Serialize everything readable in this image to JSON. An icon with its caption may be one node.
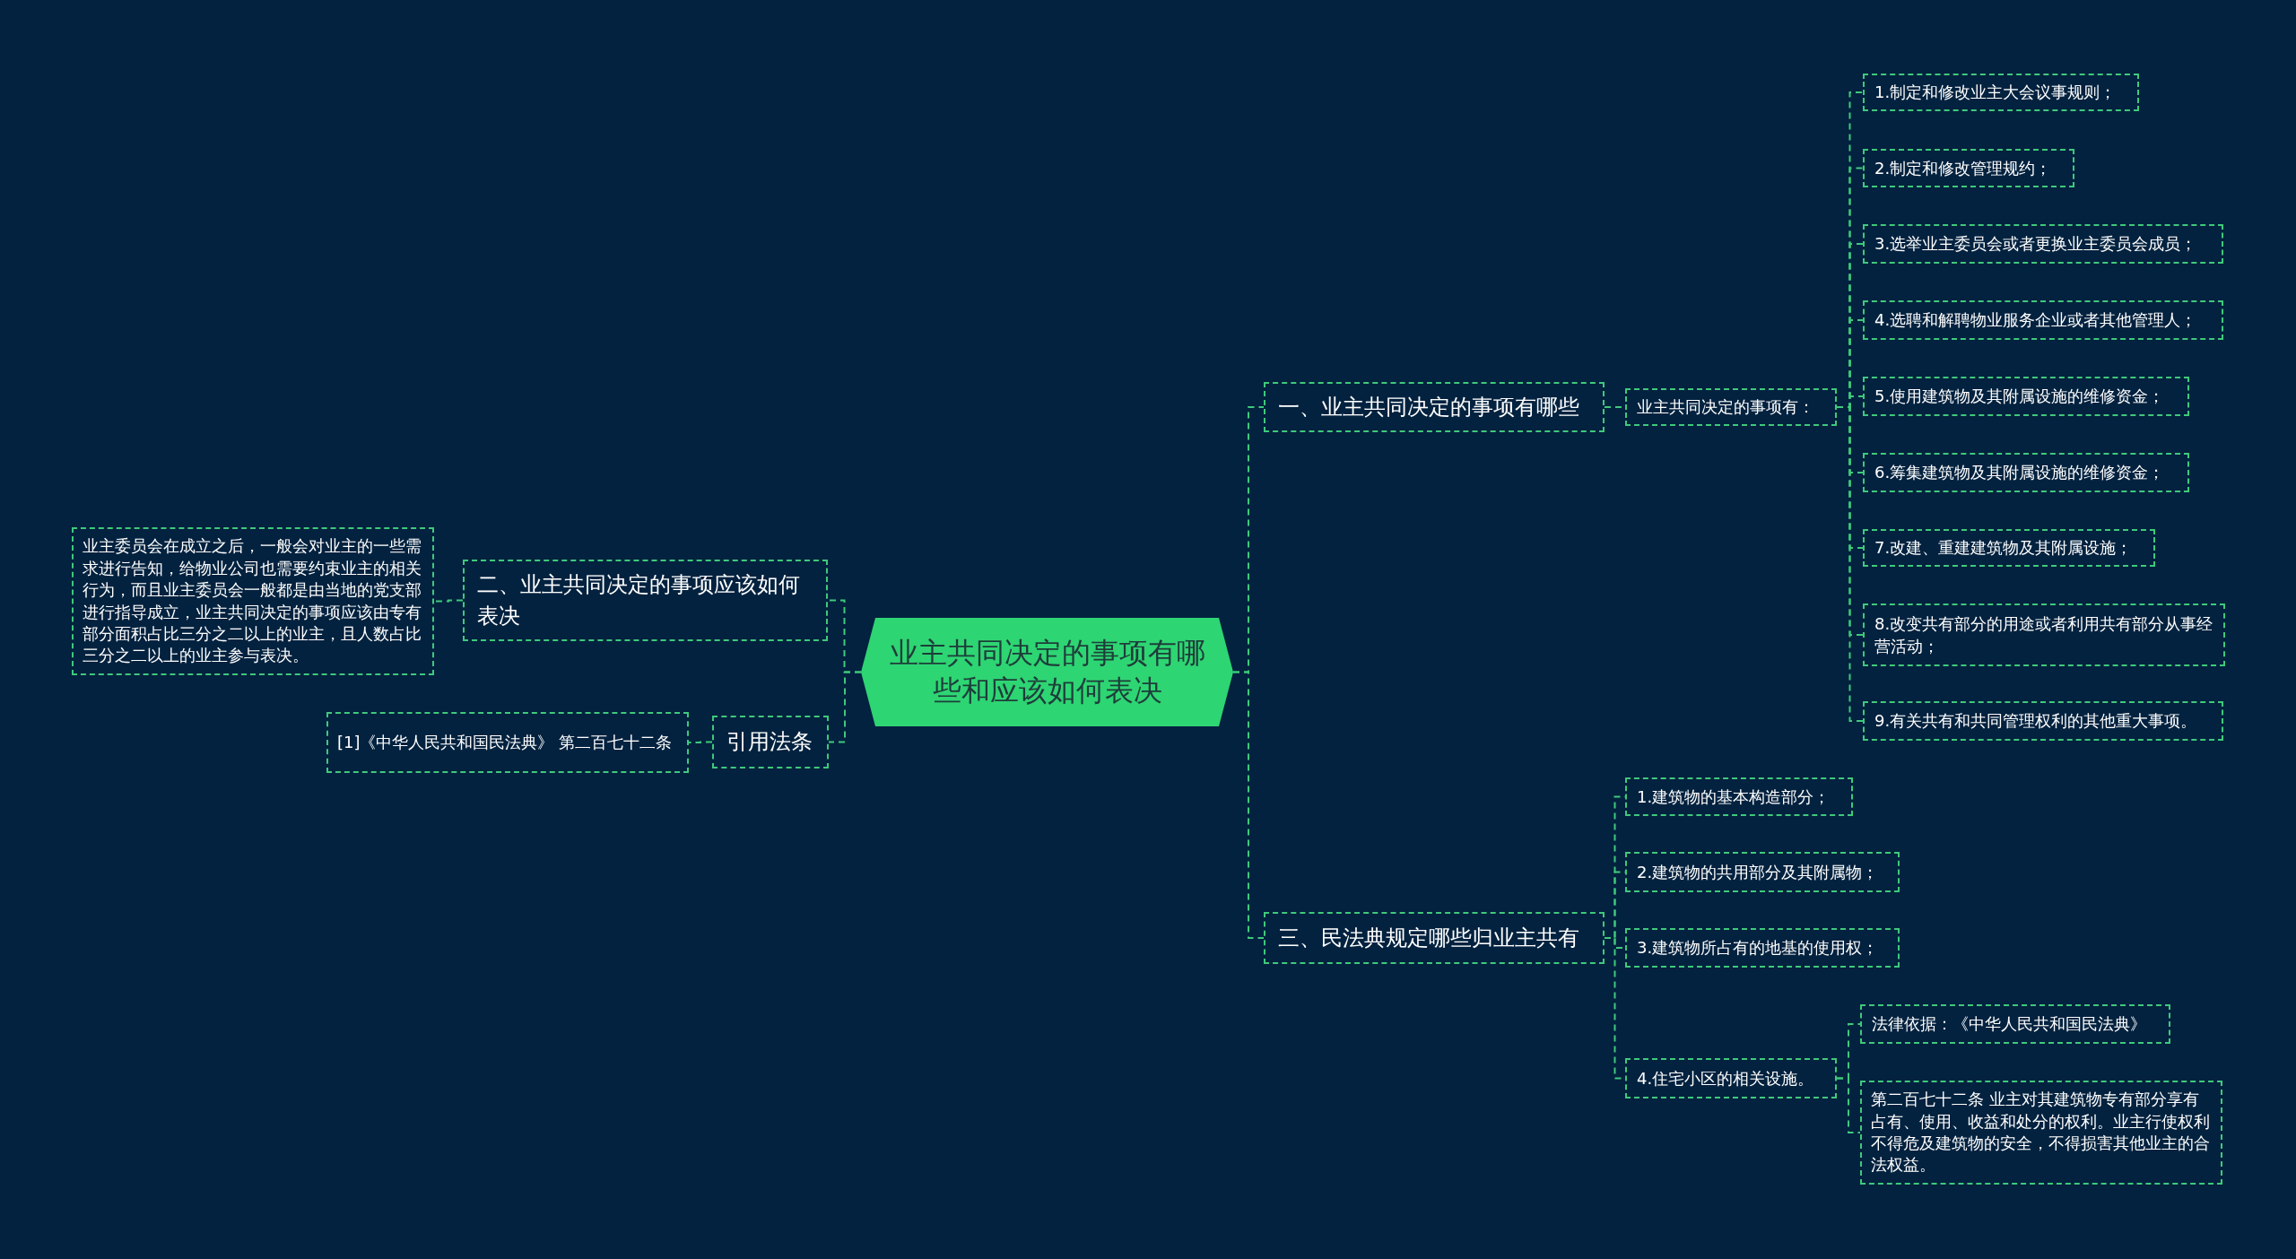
{
  "diagram": {
    "nodes": [
      {
        "text": [
          "业主共同决定的事项有哪些和应该如何表决"
        ]
      },
      {
        "text": [
          "一、业主共同决定的事项有哪些"
        ]
      },
      {
        "text": [
          "业主共同决定的事项有："
        ]
      },
      {
        "text": [
          "1.制定和修改业主大会议事规则；"
        ]
      },
      {
        "text": [
          "2.制定和修改管理规约；"
        ]
      },
      {
        "text": [
          "3.选举业主委员会或者更换业主委员会成员；"
        ]
      },
      {
        "text": [
          "4.选聘和解聘物业服务企业或者其他管理人；"
        ]
      },
      {
        "text": [
          "5.使用建筑物及其附属设施的维修资金；"
        ]
      },
      {
        "text": [
          "6.筹集建筑物及其附属设施的维修资金；"
        ]
      },
      {
        "text": [
          "7.改建、重建建筑物及其附属设施；"
        ]
      },
      {
        "text": [
          "8.改变共有部分的用途或者利用共有部分从事经营活动；"
        ]
      },
      {
        "text": [
          "9.有关共有和共同管理权利的其他重大事项。"
        ]
      },
      {
        "text": [
          "三、民法典规定哪些归业主共有"
        ]
      },
      {
        "text": [
          "1.建筑物的基本构造部分；"
        ]
      },
      {
        "text": [
          "2.建筑物的共用部分及其附属物；"
        ]
      },
      {
        "text": [
          "3.建筑物所占有的地基的使用权；"
        ]
      },
      {
        "text": [
          "4.住宅小区的相关设施。"
        ]
      },
      {
        "text": [
          "法律依据：《中华人民共和国民法典》"
        ]
      },
      {
        "text": [
          "第二百七十二条 业主对其建筑物专有部分享有占有、使用、收益和处分的权利。业主行使权利不得危及建筑物的安全，不得损害其他业主的合法权益。"
        ]
      },
      {
        "text": [
          "二、业主共同决定的事项应该如何表决"
        ]
      },
      {
        "text": [
          "业主委员会在成立之后，一般会对业主的一些需求进行告知，给物业公司也需要约束业主的相关行为，而且业主委员会一般都是由当地的党支部进行指导成立，业主共同决定的事项应该由专有部分面积占比三分之二以上的业主，且人数占比三分之二以上的业主参与表决。"
        ]
      },
      {
        "text": [
          "引用法条"
        ]
      },
      {
        "text": [
          "[1]《中华人民共和国民法典》 第二百七十二条"
        ]
      }
    ],
    "edges": [
      {
        "from": 0,
        "to": 1,
        "arrow": "none"
      },
      {
        "from": 0,
        "to": 12,
        "arrow": "none"
      },
      {
        "from": 0,
        "to": 19,
        "arrow": "none"
      },
      {
        "from": 0,
        "to": 21,
        "arrow": "none"
      },
      {
        "from": 1,
        "to": 2,
        "arrow": "none"
      },
      {
        "from": 2,
        "to": 3,
        "arrow": "none"
      },
      {
        "from": 2,
        "to": 4,
        "arrow": "none"
      },
      {
        "from": 2,
        "to": 5,
        "arrow": "none"
      },
      {
        "from": 2,
        "to": 6,
        "arrow": "none"
      },
      {
        "from": 2,
        "to": 7,
        "arrow": "none"
      },
      {
        "from": 2,
        "to": 8,
        "arrow": "none"
      },
      {
        "from": 2,
        "to": 9,
        "arrow": "none"
      },
      {
        "from": 2,
        "to": 10,
        "arrow": "none"
      },
      {
        "from": 2,
        "to": 11,
        "arrow": "none"
      },
      {
        "from": 12,
        "to": 13,
        "arrow": "none"
      },
      {
        "from": 12,
        "to": 14,
        "arrow": "none"
      },
      {
        "from": 12,
        "to": 15,
        "arrow": "none"
      },
      {
        "from": 12,
        "to": 16,
        "arrow": "none"
      },
      {
        "from": 16,
        "to": 17,
        "arrow": "none"
      },
      {
        "from": 16,
        "to": 18,
        "arrow": "none"
      },
      {
        "from": 19,
        "to": 20,
        "arrow": "none"
      },
      {
        "from": 21,
        "to": 22,
        "arrow": "none"
      }
    ]
  }
}
